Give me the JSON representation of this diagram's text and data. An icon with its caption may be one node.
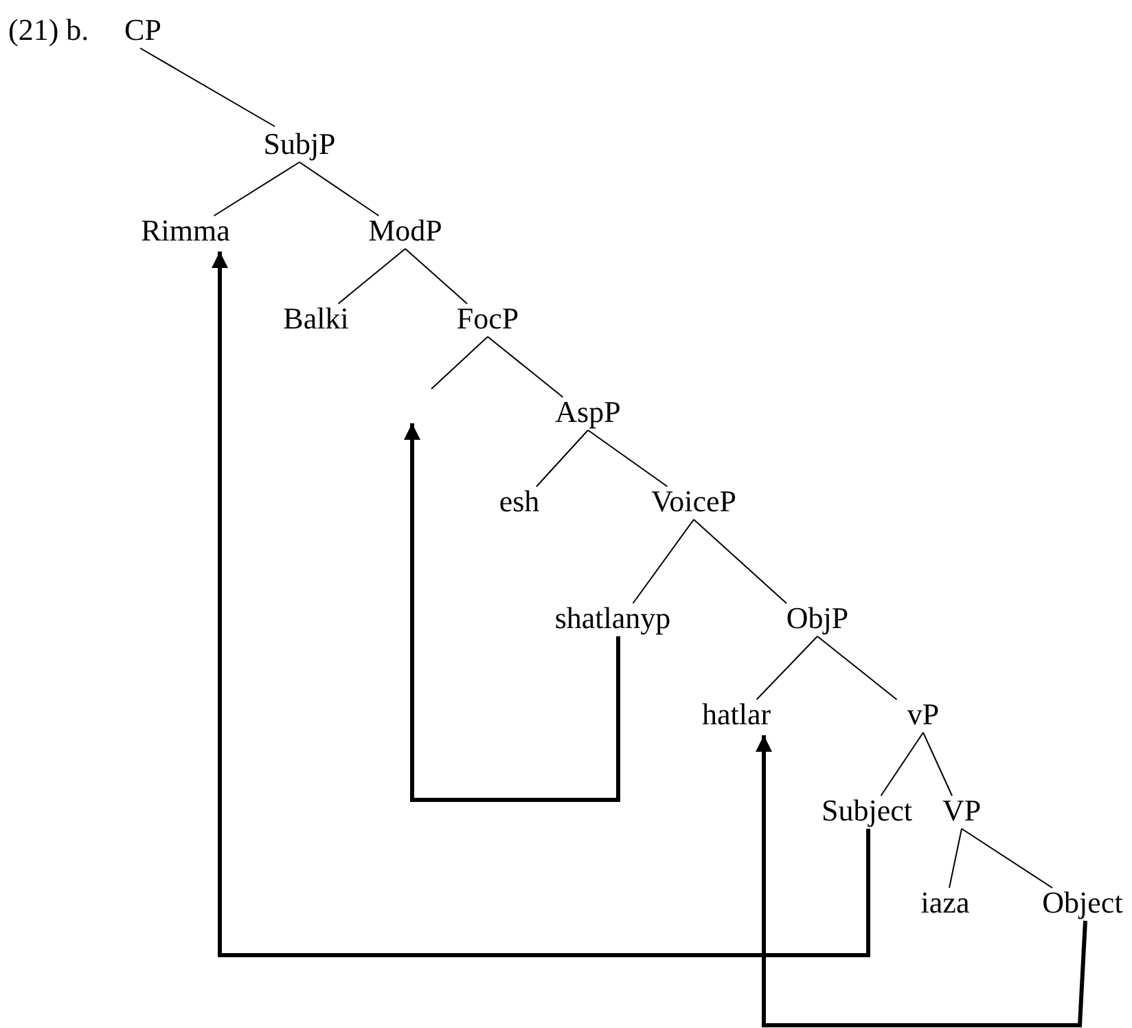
{
  "diagram": {
    "nodes": [
      {
        "text": [
          "CP"
        ]
      },
      {
        "text": [
          "SubjP"
        ]
      },
      {
        "text": [
          "Rimma"
        ]
      },
      {
        "text": [
          "ModP"
        ]
      },
      {
        "text": [
          "Balki"
        ]
      },
      {
        "text": [
          "FocP"
        ]
      },
      {
        "text": [
          "AspP"
        ]
      },
      {
        "text": [
          "esh"
        ]
      },
      {
        "text": [
          "VoiceP"
        ]
      },
      {
        "text": [
          "shatlanyp"
        ]
      },
      {
        "text": [
          "ObjP"
        ]
      },
      {
        "text": [
          "hatlar"
        ]
      },
      {
        "text": [
          "vP"
        ]
      },
      {
        "text": [
          "Subject"
        ]
      },
      {
        "text": [
          "VP"
        ]
      },
      {
        "text": [
          "iaza"
        ]
      },
      {
        "text": [
          "Object"
        ]
      }
    ],
    "edges": [
      {
        "from": 0,
        "to": 1,
        "arrow": "none"
      },
      {
        "from": 1,
        "to": 2,
        "arrow": "none"
      },
      {
        "from": 1,
        "to": 3,
        "arrow": "none"
      },
      {
        "from": 3,
        "to": 4,
        "arrow": "none"
      },
      {
        "from": 3,
        "to": 5,
        "arrow": "none"
      },
      {
        "from": 5,
        "to": null,
        "arrow": "none"
      },
      {
        "from": 5,
        "to": 6,
        "arrow": "none"
      },
      {
        "from": 6,
        "to": 7,
        "arrow": "none"
      },
      {
        "from": 6,
        "to": 8,
        "arrow": "none"
      },
      {
        "from": 8,
        "to": 9,
        "arrow": "none"
      },
      {
        "from": 8,
        "to": 10,
        "arrow": "none"
      },
      {
        "from": 10,
        "to": 11,
        "arrow": "none"
      },
      {
        "from": 10,
        "to": 12,
        "arrow": "none"
      },
      {
        "from": 12,
        "to": 13,
        "arrow": "none"
      },
      {
        "from": 12,
        "to": 14,
        "arrow": "none"
      },
      {
        "from": 14,
        "to": 15,
        "arrow": "none"
      },
      {
        "from": 14,
        "to": 16,
        "arrow": "none"
      },
      {
        "from": 9,
        "to": null,
        "arrow": "to",
        "style": "thick"
      },
      {
        "from": 13,
        "to": 2,
        "arrow": "to",
        "style": "thick"
      },
      {
        "from": 16,
        "to": 11,
        "arrow": "to",
        "style": "thick"
      }
    ],
    "labels": [
      "(21) b."
    ]
  }
}
